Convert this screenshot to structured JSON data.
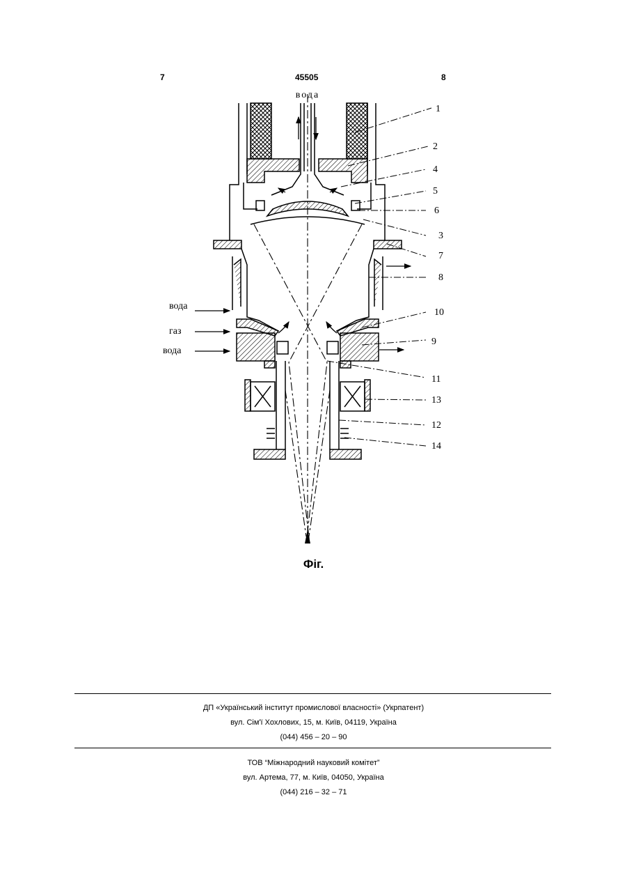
{
  "header": {
    "left_page": "7",
    "doc_number": "45505",
    "right_page": "8"
  },
  "figure": {
    "top_label": "вода",
    "left_labels": {
      "water_upper": "вода",
      "gas": "газ",
      "water_lower": "вода"
    },
    "callouts": [
      "1",
      "2",
      "4",
      "5",
      "6",
      "3",
      "7",
      "8",
      "10",
      "9",
      "11",
      "13",
      "12",
      "14"
    ],
    "caption": "Фіг."
  },
  "footer": {
    "org1": {
      "name": "ДП «Український інститут промислової власності» (Укрпатент)",
      "address": "вул. Сім'ї Хохлових, 15, м. Київ, 04119, Україна",
      "phone": "(044) 456 – 20 –  90"
    },
    "org2": {
      "name": "ТОВ “Міжнародний науковий комітет”",
      "address": "вул. Артема, 77, м. Київ, 04050, Україна",
      "phone": "(044) 216 – 32 – 71"
    }
  }
}
